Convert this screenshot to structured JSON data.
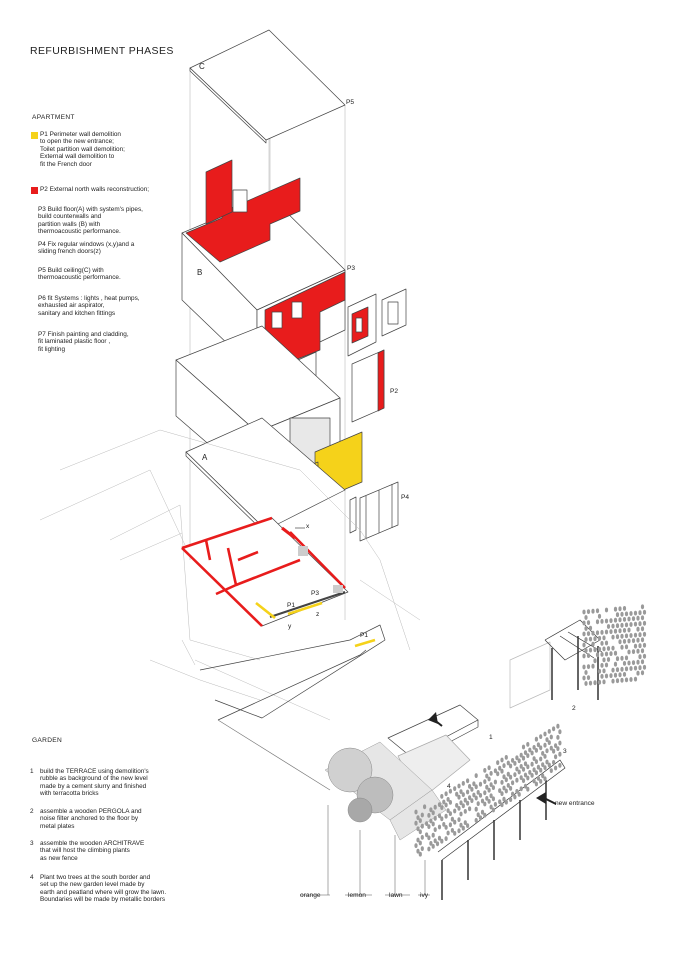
{
  "title": "REFURBISHMENT  PHASES",
  "colors": {
    "red": "#e81c1c",
    "yellow": "#f5d21a",
    "line": "#444444",
    "light": "#bdbdbd"
  },
  "apartment": {
    "heading": "APARTMENT",
    "notes": [
      {
        "text": "P1 Perimeter wall demolition\n  to open the new entrance;\n  Toilet partition wall demolition;\n  External wall demolition to\n  fit the French door",
        "swatch": "#f5d21a"
      },
      {
        "text": "P2 External north walls reconstruction;",
        "swatch": "#e81c1c"
      },
      {
        "text": "P3 Build floor(A) with system's pipes,\n  build counterwalls and\n  partition walls (B) with\n  thermoacoustic performance.",
        "swatch": ""
      },
      {
        "text": "P4 Fix regular windows (x,y)and a\n  sliding french doors(z)",
        "swatch": ""
      },
      {
        "text": "P5 Build ceiling(C) with\n  thermoacoustic performance.",
        "swatch": ""
      },
      {
        "text": "P6 fit Systems : lights , heat pumps,\n  exhausted air aspirator,\n  sanitary  and kitchen fittings",
        "swatch": ""
      },
      {
        "text": "P7  Finish painting and cladding,\n  fit laminated plastic floor ,\n  fit lighting",
        "swatch": ""
      }
    ]
  },
  "garden": {
    "heading": "GARDEN",
    "notes": [
      {
        "num": "1",
        "text": "build the TERRACE using demolition's\nrubble as background of the new level\nmade by a cement slurry and finished\nwith terracotta bricks"
      },
      {
        "num": "2",
        "text": "assemble a wooden PERGOLA and\nnoise filter anchored to the floor by\nmetal plates"
      },
      {
        "num": "3",
        "text": "assemble the wooden ARCHITRAVE\nthat will host the climbing plants\nas new fence"
      },
      {
        "num": "4",
        "text": "Plant two trees at the south border and\nset up the new garden level made by\nearth and peatland where will grow the lawn.\nBoundaries will be made by metallic borders"
      }
    ]
  },
  "labels": {
    "c": "C",
    "p5": "P5",
    "b": "B",
    "p3_top": "P3",
    "p2": "P2",
    "a": "A",
    "p4": "P4",
    "x": "x",
    "p1_plan": "P1",
    "p3_plan": "P3",
    "y": "y",
    "z": "z",
    "p1_garden": "P1",
    "n2": "2",
    "n1": "1",
    "n3": "3",
    "n4": "4",
    "new_entrance": "new entrance",
    "orange": "orange",
    "lemon": "lemon",
    "lawn": "lawn",
    "ivy": "ivy"
  }
}
